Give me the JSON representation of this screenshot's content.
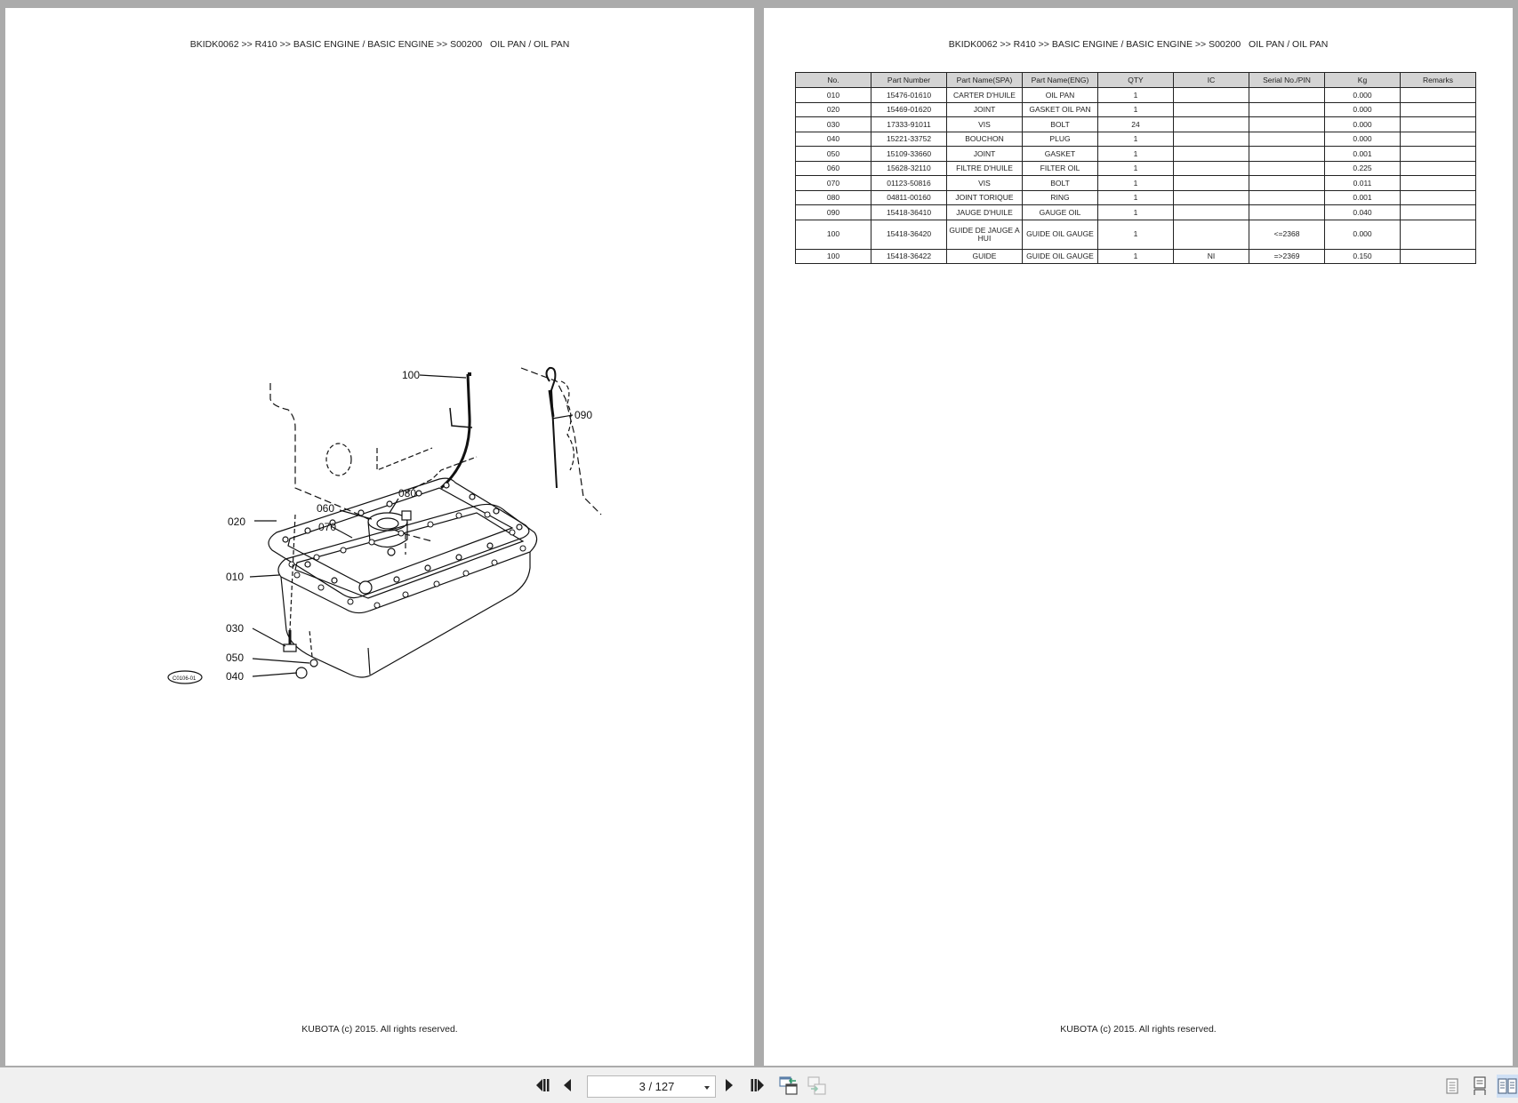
{
  "viewer": {
    "current_page": "3 / 127",
    "toolbar": {
      "first_page": "first-page",
      "prev_page": "previous-page",
      "next_page": "next-page",
      "last_page": "last-page",
      "go_back_view": "previous-view",
      "go_forward_view": "next-view",
      "view_modes": [
        "single-page",
        "continuous",
        "two-page"
      ],
      "active_view_mode": "two-page"
    }
  },
  "left_page": {
    "header": "BKIDK0062 >> R410 >> BASIC ENGINE / BASIC ENGINE >> S00200   OIL PAN / OIL PAN",
    "footer": "KUBOTA (c) 2015. All rights reserved.",
    "diagram": {
      "callouts": [
        "100",
        "090",
        "080",
        "060",
        "070",
        "020",
        "010",
        "030",
        "050",
        "040"
      ],
      "stamp": "C0106-01"
    }
  },
  "right_page": {
    "header": "BKIDK0062 >> R410 >> BASIC ENGINE / BASIC ENGINE >> S00200   OIL PAN / OIL PAN",
    "footer": "KUBOTA (c) 2015. All rights reserved.",
    "table": {
      "columns": [
        "No.",
        "Part Number",
        "Part Name(SPA)",
        "Part Name(ENG)",
        "QTY",
        "IC",
        "Serial No./PIN",
        "Kg",
        "Remarks"
      ],
      "rows": [
        [
          "010",
          "15476-01610",
          "CARTER D'HUILE",
          "OIL PAN",
          "1",
          "",
          "",
          "0.000",
          ""
        ],
        [
          "020",
          "15469-01620",
          "JOINT",
          "GASKET OIL PAN",
          "1",
          "",
          "",
          "0.000",
          ""
        ],
        [
          "030",
          "17333-91011",
          "VIS",
          "BOLT",
          "24",
          "",
          "",
          "0.000",
          ""
        ],
        [
          "040",
          "15221-33752",
          "BOUCHON",
          "PLUG",
          "1",
          "",
          "",
          "0.000",
          ""
        ],
        [
          "050",
          "15109-33660",
          "JOINT",
          "GASKET",
          "1",
          "",
          "",
          "0.001",
          ""
        ],
        [
          "060",
          "15628-32110",
          "FILTRE D'HUILE",
          "FILTER OIL",
          "1",
          "",
          "",
          "0.225",
          ""
        ],
        [
          "070",
          "01123-50816",
          "VIS",
          "BOLT",
          "1",
          "",
          "",
          "0.011",
          ""
        ],
        [
          "080",
          "04811-00160",
          "JOINT TORIQUE",
          "RING",
          "1",
          "",
          "",
          "0.001",
          ""
        ],
        [
          "090",
          "15418-36410",
          "JAUGE D'HUILE",
          "GAUGE OIL",
          "1",
          "",
          "",
          "0.040",
          ""
        ],
        [
          "100",
          "15418-36420",
          "GUIDE DE JAUGE A HUI",
          "GUIDE OIL GAUGE",
          "1",
          "",
          "<=2368",
          "0.000",
          ""
        ],
        [
          "100",
          "15418-36422",
          "GUIDE",
          "GUIDE OIL GAUGE",
          "1",
          "NI",
          "=>2369",
          "0.150",
          ""
        ]
      ]
    }
  }
}
